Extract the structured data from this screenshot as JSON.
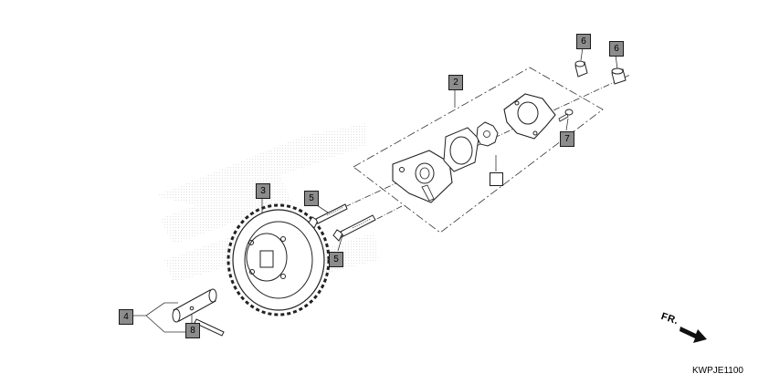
{
  "callouts": {
    "c2": "2",
    "c3": "3",
    "c4": "4",
    "c5a": "5",
    "c5b": "5",
    "c6a": "6",
    "c6b": "6",
    "c7": "7",
    "c8": "8"
  },
  "direction_label": "FR.",
  "diagram_code": "KWPJE1100"
}
